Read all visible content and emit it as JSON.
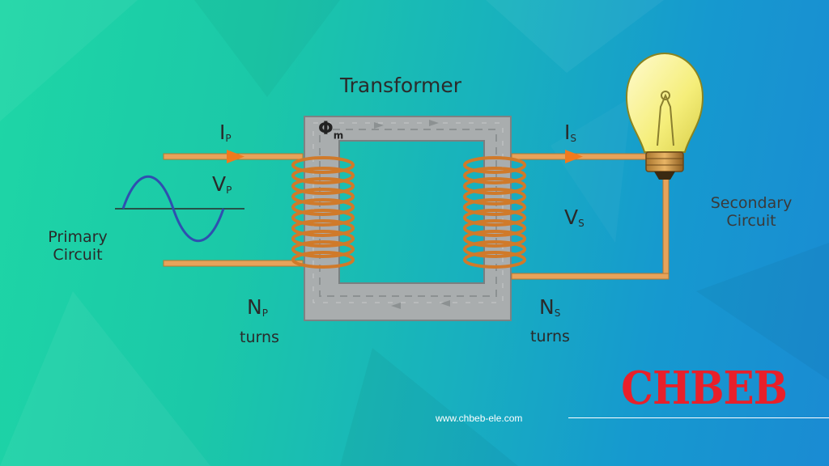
{
  "diagram": {
    "title": "Transformer",
    "flux_symbol": "Φ",
    "flux_sub": "m",
    "primary": {
      "current_symbol": "I",
      "current_sub": "P",
      "voltage_symbol": "V",
      "voltage_sub": "P",
      "label_line1": "Primary",
      "label_line2": "Circuit",
      "turns_symbol": "N",
      "turns_sub": "P",
      "turns_word": "turns"
    },
    "secondary": {
      "current_symbol": "I",
      "current_sub": "S",
      "voltage_symbol": "V",
      "voltage_sub": "S",
      "label_line1": "Secondary",
      "label_line2": "Circuit",
      "turns_symbol": "N",
      "turns_sub": "S",
      "turns_word": "turns"
    }
  },
  "brand": {
    "logo_text": "CHBEB",
    "url": "www.chbeb-ele.com"
  },
  "colors": {
    "wire": "#e6a35b",
    "coil": "#d07a2a",
    "core": "#a9adae",
    "arrow": "#f07a1e",
    "bulb_glass": "#f5ee7a",
    "logo_red": "#e8202a"
  }
}
